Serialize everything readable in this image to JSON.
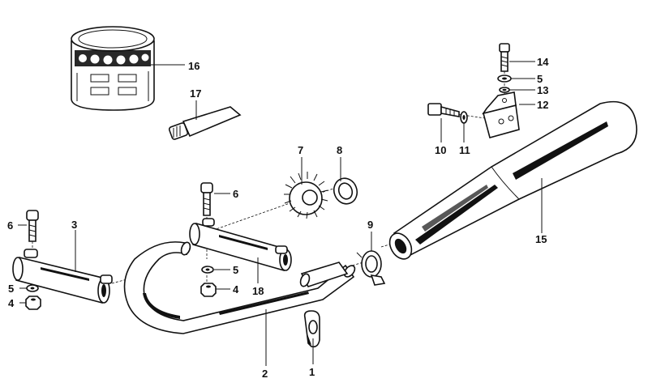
{
  "callouts": {
    "c1": "1",
    "c2": "2",
    "c3": "3",
    "c4a": "4",
    "c4b": "4",
    "c5a": "5",
    "c5b": "5",
    "c5c": "5",
    "c6a": "6",
    "c6b": "6",
    "c7": "7",
    "c8": "8",
    "c9": "9",
    "c10": "10",
    "c11": "11",
    "c12": "12",
    "c13": "13",
    "c14": "14",
    "c15": "15",
    "c16": "16",
    "c17": "17",
    "c18": "18"
  }
}
